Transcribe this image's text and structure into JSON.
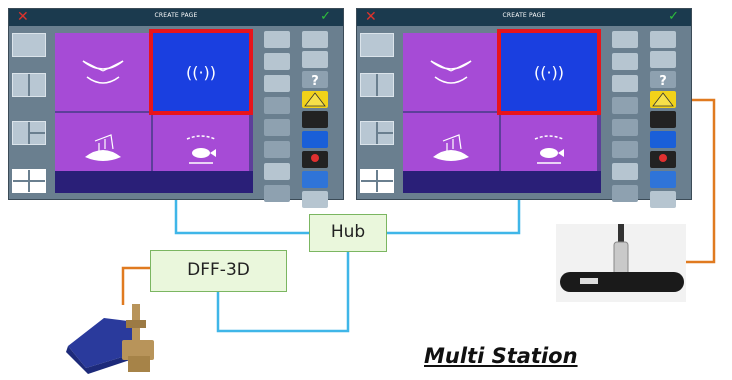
{
  "screens": [
    {
      "title": "CREATE PAGE",
      "highlight_color": "#e8141b",
      "tiles": [
        {
          "icon": "sonar-beam-icon",
          "color": "#a64bd6"
        },
        {
          "icon": "radio-broadcast-icon",
          "color": "#1a3fe0",
          "highlighted": true
        },
        {
          "icon": "seabed-3d-icon",
          "color": "#a64bd6"
        },
        {
          "icon": "fish-finder-icon",
          "color": "#a64bd6"
        }
      ]
    },
    {
      "title": "CREATE PAGE",
      "highlight_color": "#e8141b",
      "tiles": [
        {
          "icon": "sonar-beam-icon",
          "color": "#a64bd6"
        },
        {
          "icon": "radio-broadcast-icon",
          "color": "#1a3fe0",
          "highlighted": true
        },
        {
          "icon": "seabed-3d-icon",
          "color": "#a64bd6"
        },
        {
          "icon": "fish-finder-icon",
          "color": "#a64bd6"
        }
      ]
    }
  ],
  "hub": {
    "label": "Hub"
  },
  "dff": {
    "label": "DFF-3D"
  },
  "caption": "Multi Station",
  "colors": {
    "network_wire": "#3fb6e8",
    "transducer_wire": "#e07a20",
    "box_fill": "#eaf7dc",
    "box_border": "#7bb661"
  },
  "devices": [
    "transducer-photo",
    "sensor-photo"
  ]
}
